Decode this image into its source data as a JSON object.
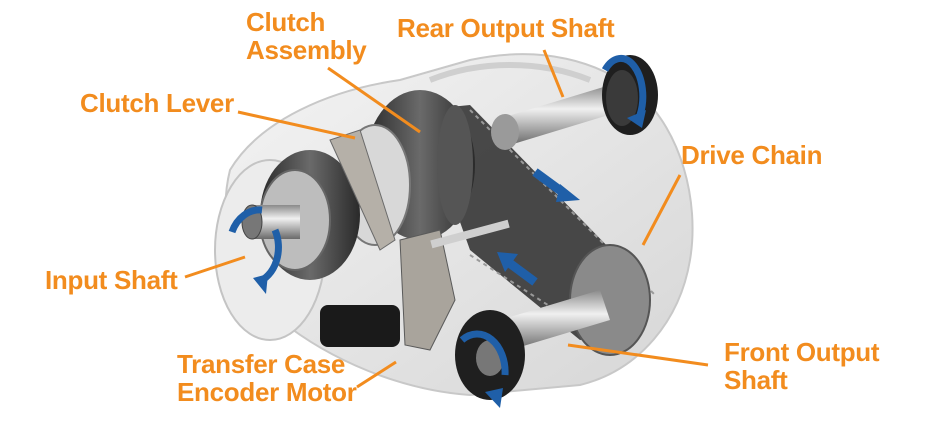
{
  "diagram": {
    "subject": "Transfer case cutaway",
    "label_color": "#f28c1e",
    "arrow_color": "#1f5fa8",
    "labels": {
      "clutch_assembly": [
        "Clutch",
        "Assembly"
      ],
      "rear_output_shaft": [
        "Rear Output Shaft"
      ],
      "clutch_lever": [
        "Clutch Lever"
      ],
      "drive_chain": [
        "Drive Chain"
      ],
      "input_shaft": [
        "Input Shaft"
      ],
      "transfer_case_encoder_motor": [
        "Transfer Case",
        "Encoder Motor"
      ],
      "front_output_shaft": [
        "Front Output",
        "Shaft"
      ]
    },
    "indicators": {
      "rotation_arrows": 3,
      "chain_direction_arrows": 2
    }
  }
}
